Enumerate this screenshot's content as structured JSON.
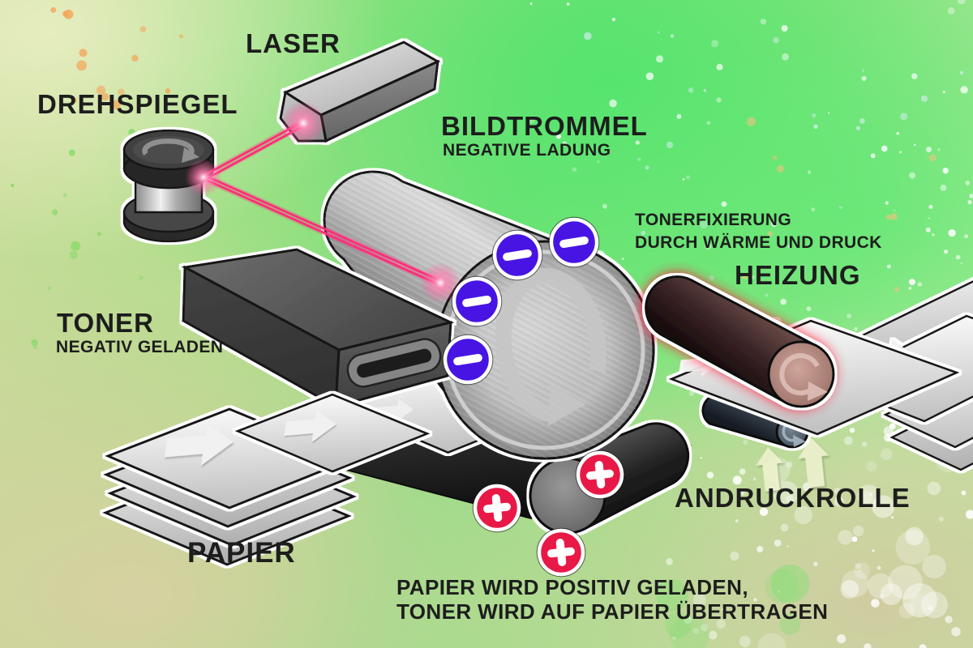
{
  "diagram": {
    "labels": {
      "laser": "LASER",
      "drehspiegel": "DREHSPIEGEL",
      "bildtrommel": "BILDTROMMEL",
      "bildtrommel_sub": "NEGATIVE LADUNG",
      "toner": "TONER",
      "toner_sub": "NEGATIV GELADEN",
      "tonerfixierung_line1": "TONERFIXIERUNG",
      "tonerfixierung_line2": "DURCH WÄRME UND DRUCK",
      "heizung": "HEIZUNG",
      "andruckrolle": "ANDRUCKROLLE",
      "papier": "PAPIER",
      "caption_line1": "PAPIER WIRD POSITIV GELADEN,",
      "caption_line2": "TONER WIRD AUF PAPIER ÜBERTRAGEN"
    },
    "charges": {
      "negative_symbol": "−",
      "positive_symbol": "+",
      "negative_count": 4,
      "positive_count": 3
    },
    "colors": {
      "negative_charge": "#4714e4",
      "positive_charge": "#e81946",
      "laser_beam": "#ff2e7a",
      "heater_glow": "#ff2642",
      "text": "#1d1d1d"
    }
  }
}
